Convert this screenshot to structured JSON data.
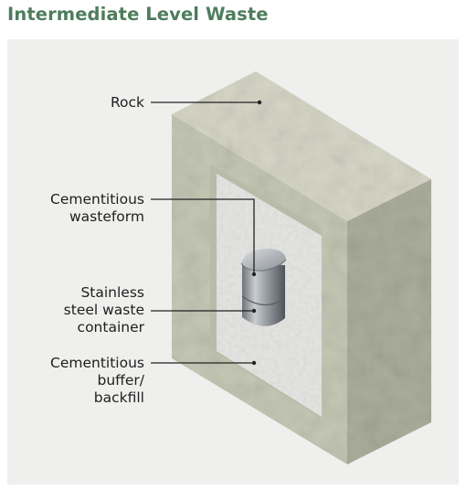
{
  "title": "Intermediate Level Waste",
  "labels": {
    "rock": [
      "Rock"
    ],
    "wasteform": [
      "Cementitious",
      "wasteform"
    ],
    "container": [
      "Stainless",
      "steel waste",
      "container"
    ],
    "buffer": [
      "Cementitious",
      "buffer/",
      "backfill"
    ]
  },
  "colors": {
    "title": "#4d7d5c",
    "panel": "#efefed",
    "rock_front": "#c6c8b6",
    "rock_top": "#d7d7c8",
    "rock_side": "#acae9c",
    "buffer": "#e5e5e3",
    "steel": "#9ea2a6"
  }
}
